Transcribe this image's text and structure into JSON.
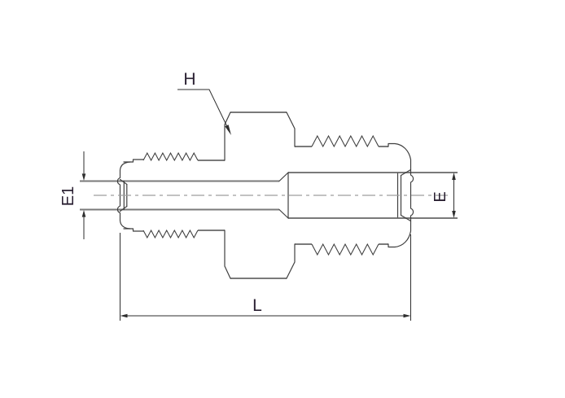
{
  "diagram": {
    "labels": {
      "hex": "H",
      "left_tube_od": "E1",
      "right_tube_od": "E",
      "overall_length": "L"
    },
    "colors": {
      "outline": "#7a7a7a",
      "detail": "#3f3f3f",
      "dimension": "#2e2e2e",
      "centerline": "#9e9e9e",
      "label_text": "#2a2032",
      "background": "#ffffff"
    }
  }
}
